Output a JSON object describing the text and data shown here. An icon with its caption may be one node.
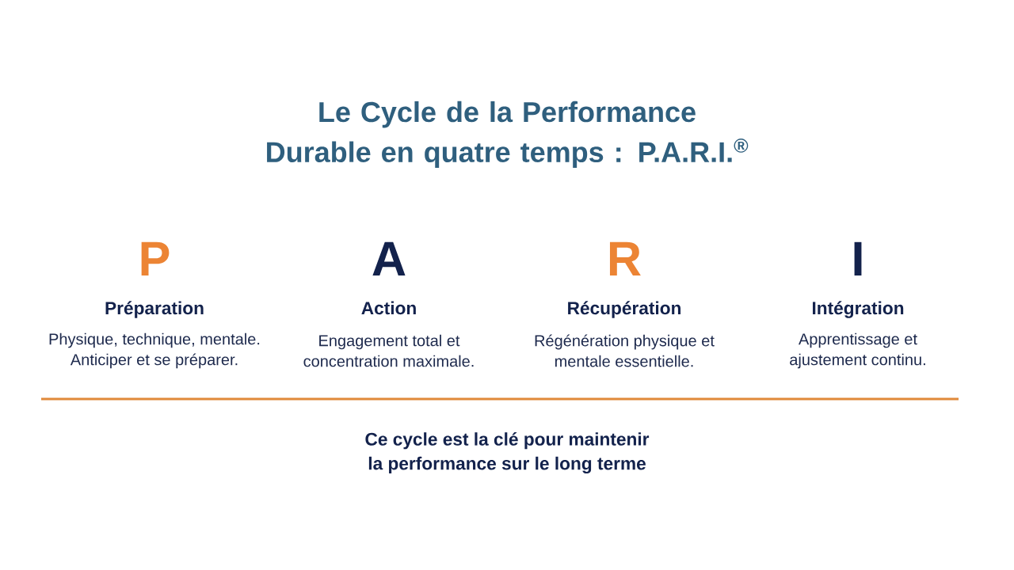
{
  "diagram": {
    "title": "Le Cycle de la Performance Durable en quatre temps : P.A.R.I.$^{®}$",
    "labels": [
      "P",
      "A",
      "R",
      "I",
      "Préparation",
      "Action",
      "Récupération",
      "Intégration",
      "Physique, technique, mentale. Anticiper et se préparer.",
      "Engagement total et concentration maximale.",
      "Régénération physique et mentale essentielle.",
      "Apprentissage et ajustement continu."
    ],
    "caption": "Ce cycle est la clé pour maintenir la performance sur le long terme"
  }
}
